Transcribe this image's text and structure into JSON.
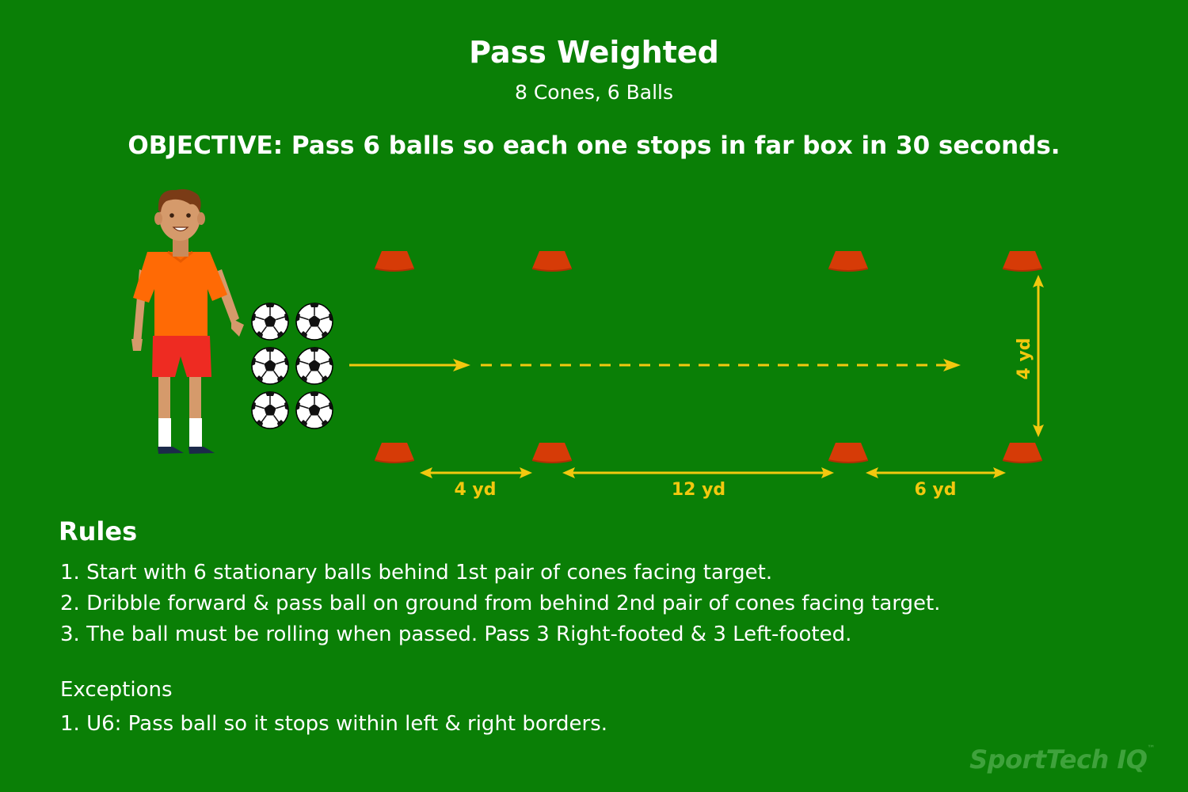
{
  "title": "Pass Weighted",
  "subtitle": "8 Cones, 6 Balls",
  "objective": "OBJECTIVE:  Pass 6 balls so each one stops in far box in 30 seconds.",
  "dimensions": {
    "gap_1": "4 yd",
    "gap_2": "12 yd",
    "gap_3": "6 yd",
    "width": "4 yd"
  },
  "rules": {
    "heading": "Rules",
    "items": [
      "1. Start with 6 stationary balls behind 1st pair of cones facing target.",
      "2. Dribble forward & pass ball on ground from behind 2nd pair of cones facing target.",
      "3. The ball must be rolling when passed. Pass 3 Right-footed & 3 Left-footed."
    ]
  },
  "exceptions": {
    "heading": "Exceptions",
    "items": [
      "1. U6: Pass ball so it stops within left & right borders."
    ]
  },
  "brand": "SportTech IQ",
  "brand_mark": "™",
  "colors": {
    "field": "#0a7f06",
    "cone": "#d63b07",
    "arrow": "#f2c80f",
    "shirt": "#ff6a05",
    "shorts": "#ee2b22"
  }
}
